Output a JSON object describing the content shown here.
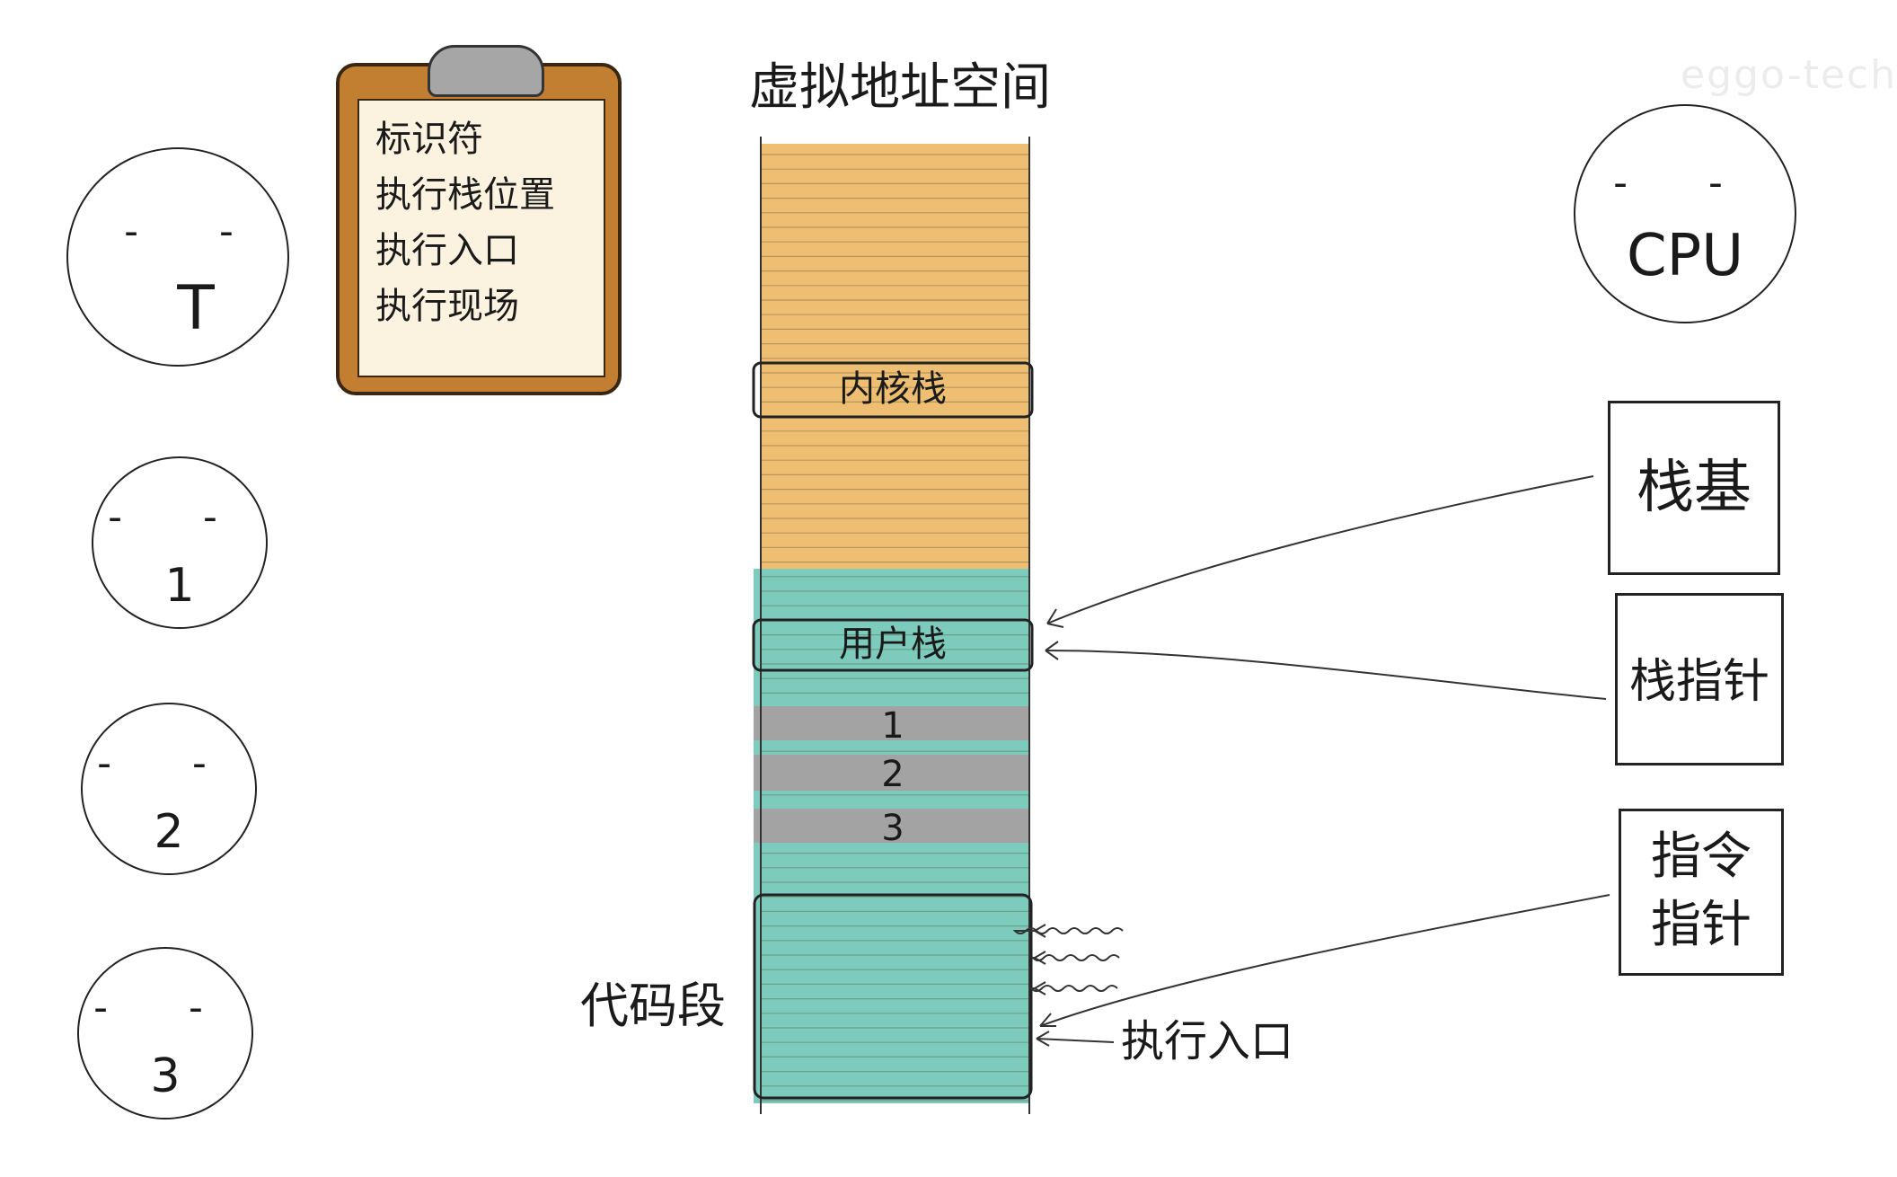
{
  "watermark": "eggo-tech",
  "memory_title": "虚拟地址空间",
  "clipboard_items": [
    "标识符",
    "执行栈位置",
    "执行入口",
    "执行现场"
  ],
  "threads": [
    {
      "eyes": "- -",
      "label": "T"
    },
    {
      "eyes": "- -",
      "label": "1"
    },
    {
      "eyes": "- -",
      "label": "2"
    },
    {
      "eyes": "- -",
      "label": "3"
    }
  ],
  "cpu": {
    "eyes": "- -",
    "label": "CPU"
  },
  "segments": {
    "kernel_stack": "内核栈",
    "user_stack": "用户栈",
    "thread_stacks": [
      "1",
      "2",
      "3"
    ],
    "code_segment": "代码段",
    "entry_point": "执行入口"
  },
  "registers": {
    "stack_base": "栈基",
    "stack_pointer": "栈指针",
    "instruction_pointer_line1": "指令",
    "instruction_pointer_line2": "指针"
  },
  "colors": {
    "kernel_region": "#eebe72",
    "user_region": "#7ccbbd",
    "thread_stack": "#a3a3a3",
    "clipboard_board": "#c27f32",
    "clipboard_paper": "#fbf3df"
  }
}
